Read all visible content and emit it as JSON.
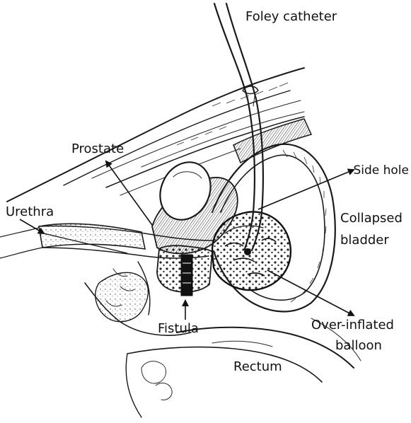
{
  "labels": {
    "foley_catheter": "Foley catheter",
    "prostate": "Prostate",
    "side_hole": "Side hole",
    "urethra": "Urethra",
    "collapsed_line1": "Collapsed",
    "collapsed_line2": "bladder",
    "fistula": "Fistula",
    "over_inflated_line1": "Over-inflated",
    "over_inflated_line2": "balloon",
    "rectum": "Rectum"
  }
}
